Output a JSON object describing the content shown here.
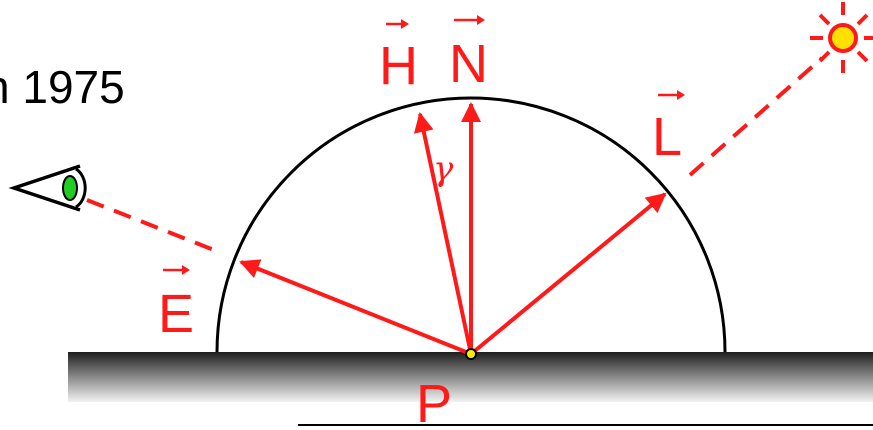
{
  "caption": "n 1975",
  "vectors": {
    "H": "H",
    "N": "N",
    "L": "L",
    "E": "E"
  },
  "angle_label": "γ",
  "point_label": "P",
  "colors": {
    "vector": "#ff1a1a",
    "hemisphere": "#000000",
    "surface_dark": "#2a2a2a",
    "surface_light": "#f0f0f0",
    "eye_iris": "#22cc22",
    "sun_core": "#ffe000",
    "point_fill": "#ffee00"
  },
  "icons": {
    "viewer": "eye-icon",
    "light_source": "sun-icon"
  }
}
